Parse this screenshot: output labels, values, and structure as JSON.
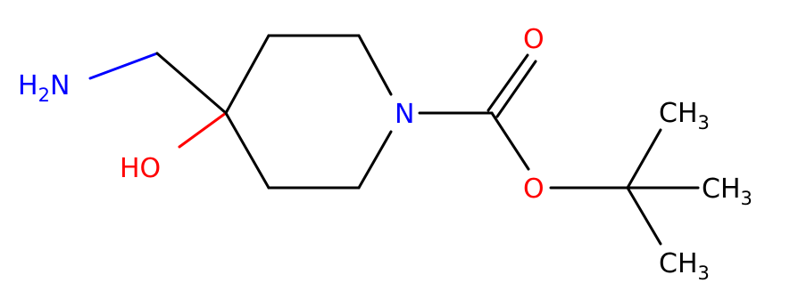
{
  "molecule": {
    "atoms": {
      "amine": {
        "label": "H",
        "sub": "2",
        "tail": "N",
        "color": "#0000ff"
      },
      "hydroxyl": {
        "label": "HO",
        "color": "#ff0000"
      },
      "ring_nitrogen": {
        "label": "N",
        "color": "#0000ff"
      },
      "carbonyl_oxygen": {
        "label": "O",
        "color": "#ff0000"
      },
      "ester_oxygen": {
        "label": "O",
        "color": "#ff0000"
      },
      "methyl_top": {
        "label": "CH",
        "sub": "3",
        "color": "#000000"
      },
      "methyl_right": {
        "label": "CH",
        "sub": "3",
        "color": "#000000"
      },
      "methyl_bottom": {
        "label": "CH",
        "sub": "3",
        "color": "#000000"
      }
    }
  }
}
